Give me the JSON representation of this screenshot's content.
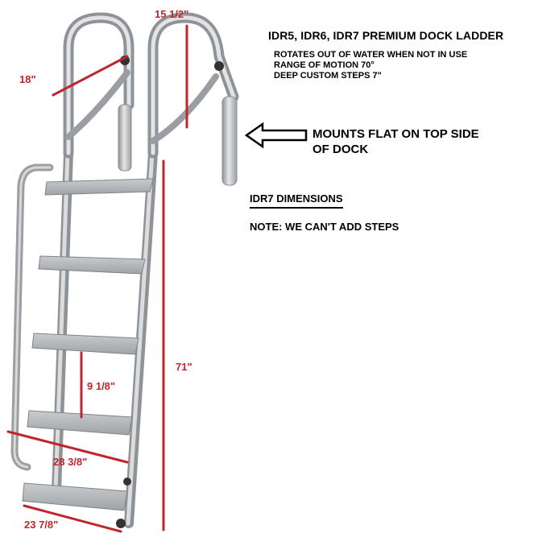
{
  "header": {
    "title": "IDR5, IDR6, IDR7     PREMIUM DOCK LADDER",
    "features": [
      "ROTATES OUT OF WATER WHEN NOT IN USE",
      "RANGE OF MOTION 70°",
      "DEEP CUSTOM STEPS 7\""
    ]
  },
  "callout": {
    "line1": "MOUNTS FLAT ON TOP SIDE",
    "line2": "OF DOCK"
  },
  "dimensions_heading": "IDR7    DIMENSIONS",
  "note": "NOTE: WE CAN'T ADD STEPS",
  "measurements": {
    "top_width": "15 1/2\"",
    "hoop_width": "18\"",
    "height": "71\"",
    "step_spacing": "9 1/8\"",
    "outer_width": "28 3/8\"",
    "base_width": "23 7/8\""
  },
  "colors": {
    "dimension_red": "#c0252e",
    "aluminum": "#b9bcbf"
  }
}
